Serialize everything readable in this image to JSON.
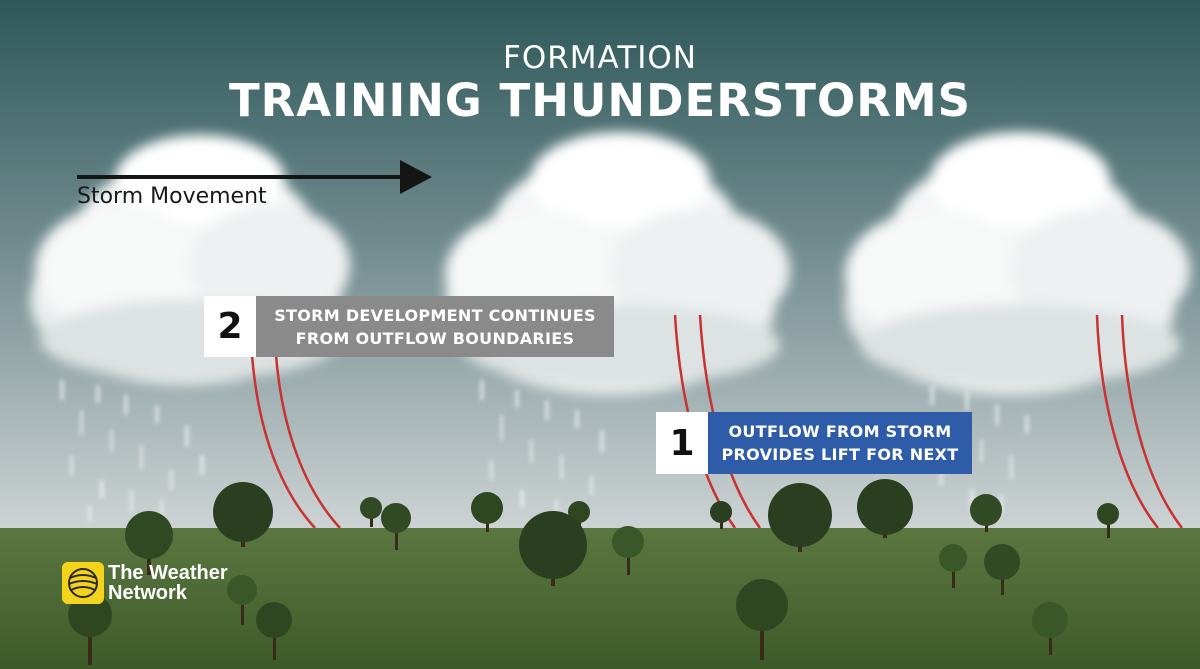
{
  "header": {
    "subtitle": "FORMATION",
    "title": "TRAINING THUNDERSTORMS"
  },
  "movement": {
    "label": "Storm Movement"
  },
  "callouts": [
    {
      "number": "2",
      "line1": "STORM DEVELOPMENT CONTINUES",
      "line2": "FROM OUTFLOW BOUNDARIES",
      "color": "#8a8a8a"
    },
    {
      "number": "1",
      "line1": "OUTFLOW FROM STORM",
      "line2": "PROVIDES LIFT FOR NEXT",
      "color": "#2f5ca8"
    }
  ],
  "logo": {
    "line1": "The Weather",
    "line2": "Network",
    "color": "#f3d31c"
  },
  "colors": {
    "sky_top": "#2f5a5c",
    "sky_bottom": "#c9cfd0",
    "ground": "#4f6b36",
    "outflow_lines": "#c93232"
  }
}
